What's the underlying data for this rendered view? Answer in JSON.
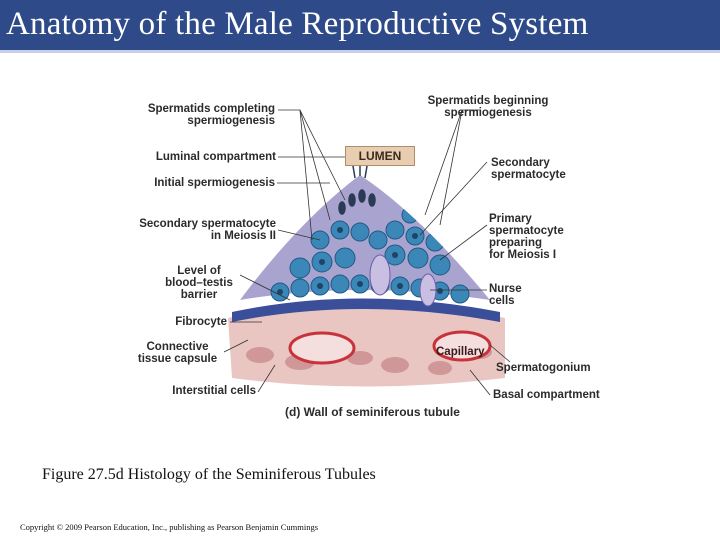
{
  "slide": {
    "title": "Anatomy of the Male Reproductive System",
    "caption": "Figure 27.5d Histology of the Seminiferous Tubules",
    "copyright": "Copyright © 2009 Pearson Education, Inc., publishing as Pearson Benjamin Cummings"
  },
  "figure": {
    "lumen": "LUMEN",
    "panel_caption": "(d) Wall of seminiferous tubule",
    "left_labels": {
      "spermatids_completing": "Spermatids completing\nspermiogenesis",
      "luminal_compartment": "Luminal compartment",
      "initial_spermiogenesis": "Initial spermiogenesis",
      "secondary_meiosis": "Secondary spermatocyte\nin Meiosis II",
      "blood_testis": "Level of\nblood–testis\nbarrier",
      "fibrocyte": "Fibrocyte",
      "connective_capsule": "Connective\ntissue capsule",
      "interstitial_cells": "Interstitial cells"
    },
    "right_labels": {
      "spermatids_beginning": "Spermatids beginning\nspermiogenesis",
      "secondary_spermatocyte": "Secondary\nspermatocyte",
      "primary_spermatocyte": "Primary\nspermatocyte\npreparing\nfor Meiosis I",
      "nurse_cells": "Nurse\ncells",
      "capillary": "Capillary",
      "spermatogonium": "Spermatogonium",
      "basal_compartment": "Basal compartment"
    }
  },
  "colors": {
    "title_bar": "#2e4a88",
    "cell_blue": "#3b87b8",
    "tissue_purple": "#a9a3cf",
    "capsule_pink": "#e9c6c2",
    "capillary_red": "#c8323a",
    "lumen_box": "#e8cdb0"
  }
}
